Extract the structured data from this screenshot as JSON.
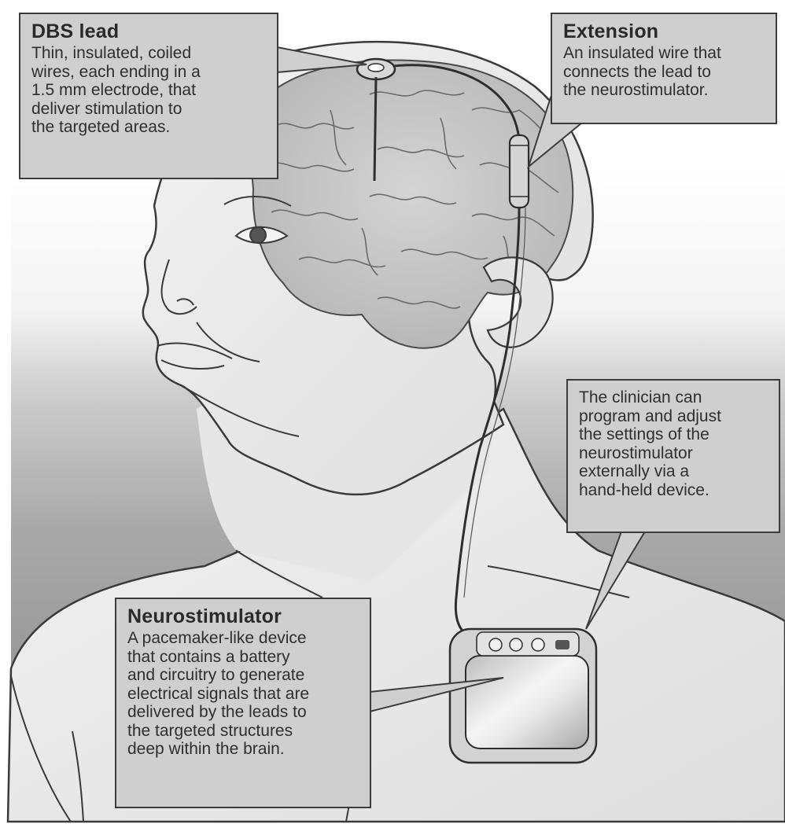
{
  "callouts": {
    "dbs_lead": {
      "title": "DBS lead",
      "lines": [
        "Thin, insulated, coiled",
        "wires, each ending in a",
        "1.5 mm electrode, that",
        "deliver stimulation to",
        "the targeted areas."
      ]
    },
    "extension": {
      "title": "Extension",
      "lines": [
        "An insulated wire that",
        "connects the lead to",
        "the neurostimulator."
      ]
    },
    "clinician": {
      "lines": [
        "The clinician can",
        "program and adjust",
        "the settings of the",
        "neurostimulator",
        "externally via a",
        "hand-held device."
      ]
    },
    "neurostimulator": {
      "title": "Neurostimulator",
      "lines": [
        "A pacemaker-like device",
        "that contains a battery",
        "and circuitry to generate",
        "electrical signals that are",
        "delivered by the leads to",
        "the targeted structures",
        "deep within the brain."
      ]
    }
  },
  "colors": {
    "background": "#ffffff",
    "gray_backdrop": "#b4b4b4",
    "skin": "#e9e9e9",
    "brain": "#c9c9c9",
    "outline": "#3a3a3a",
    "callout_fill": "#cfcfcf",
    "device_fill": "#dadada"
  }
}
